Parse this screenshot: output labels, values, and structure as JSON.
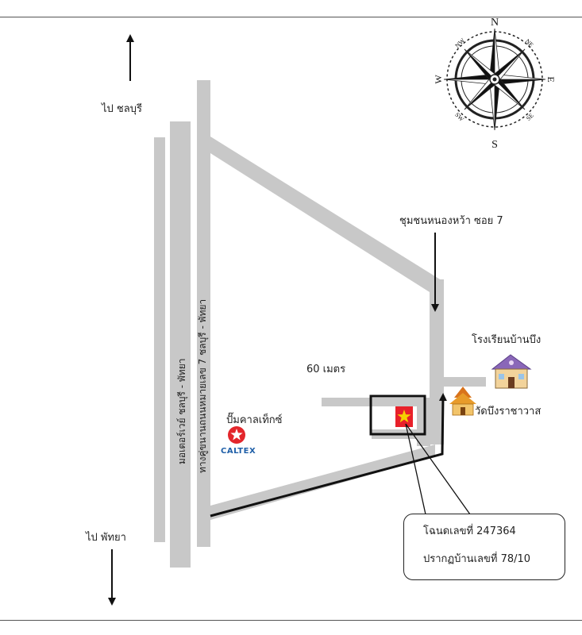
{
  "labels": {
    "to_chonburi": "ไป ชลบุรี",
    "to_pattaya": "ไป พัทยา",
    "community": "ชุมชนหนองหว้า ซอย 7",
    "school": "โรงเรียนบ้านบึง",
    "temple": "วัดบึงราชาวาส",
    "distance": "60 เมตร",
    "gas_station": "ปั๊มคาลเท็กซ์",
    "motorway": "มอเตอร์เวย์ ชลบุรี - พัทยา",
    "local_road": "ทางคู่ขนานถนนหมายเลข 7 ชลบุรี - พัทยา"
  },
  "caltex": {
    "brand": "CALTEX"
  },
  "compass": {
    "n": "N",
    "s": "S",
    "e": "E",
    "w": "W",
    "ne": "NE",
    "nw": "NW",
    "se": "SE",
    "sw": "SW"
  },
  "callout": {
    "deed": "โฉนดเลขที่ 247364",
    "house_no": "ปรากฏบ้านเลขที่ 78/10"
  },
  "colors": {
    "road": "#c8c8c8",
    "marker_red": "#e8202a",
    "marker_star": "#f5d000",
    "caltex_blue": "#1f5fa8",
    "caltex_red": "#e3262b"
  }
}
